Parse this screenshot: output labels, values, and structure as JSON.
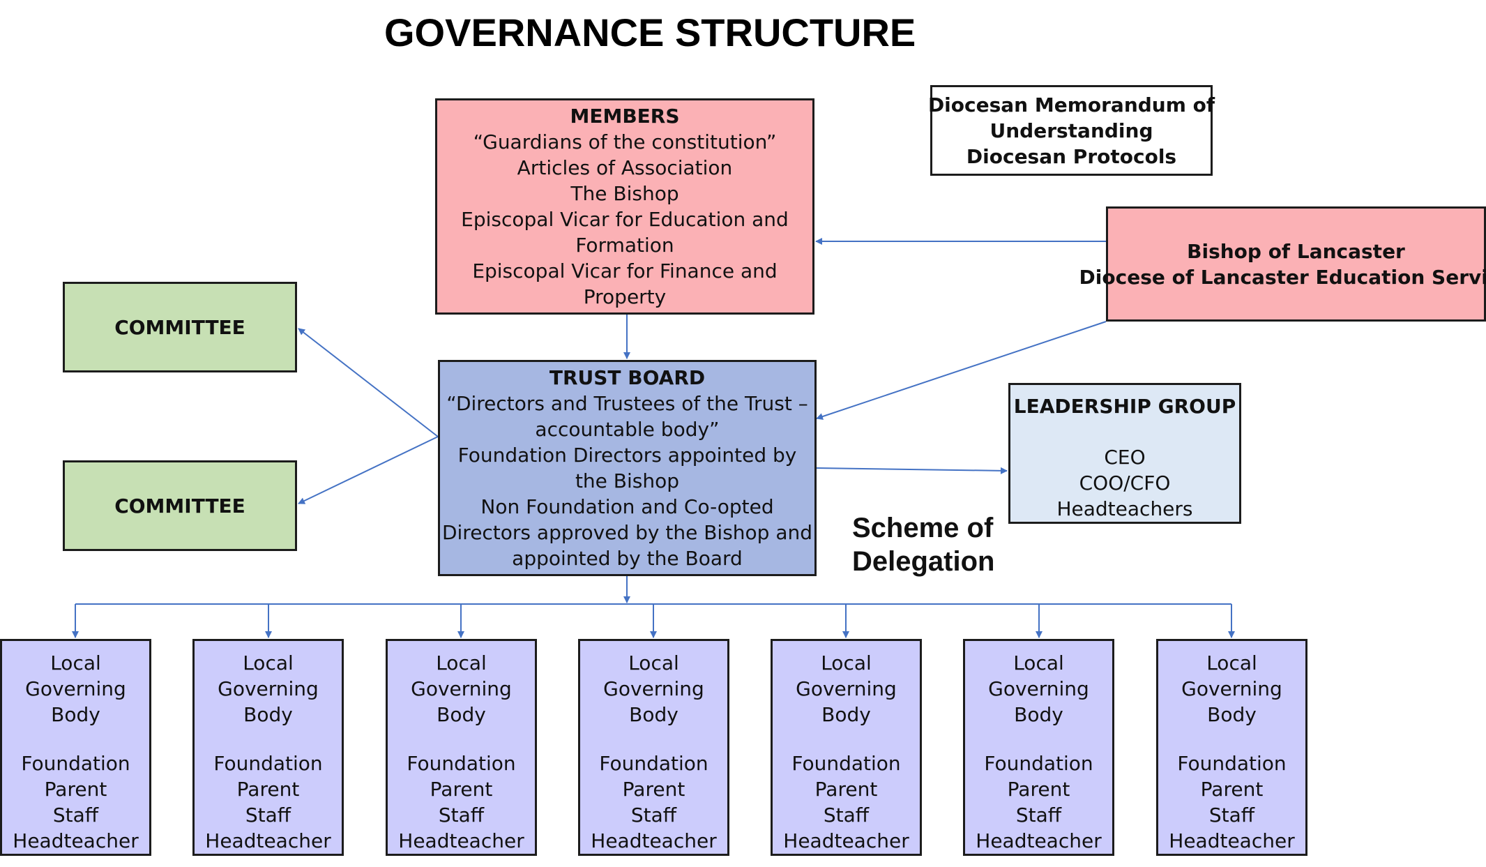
{
  "title": "GOVERNANCE STRUCTURE",
  "colors": {
    "members_fill": "#fbb1b5",
    "bishop_fill": "#fbb1b5",
    "trust_fill": "#a6b7e2",
    "leadership_fill": "#dde8f5",
    "committee_fill": "#c7e0b4",
    "lgb_fill": "#ccccfc",
    "connector": "#4472c4"
  },
  "members": {
    "heading": "MEMBERS",
    "lines": [
      "“Guardians of the constitution”",
      "Articles of Association",
      "The Bishop",
      "Episcopal Vicar for Education and",
      "Formation",
      "Episcopal Vicar for Finance and",
      "Property"
    ]
  },
  "diocesan": {
    "lines": [
      "Diocesan Memorandum of",
      "Understanding",
      "Diocesan Protocols"
    ]
  },
  "bishop": {
    "lines": [
      "Bishop of Lancaster",
      "Diocese of Lancaster Education Service"
    ]
  },
  "trust_board": {
    "heading": "TRUST BOARD",
    "lines": [
      "“Directors and Trustees of the Trust –",
      "accountable body”",
      "Foundation Directors appointed by",
      "the Bishop",
      "Non Foundation and Co-opted",
      "Directors approved by the Bishop and",
      "appointed by the Board"
    ]
  },
  "leadership": {
    "heading": "LEADERSHIP GROUP",
    "lines": [
      "CEO",
      "COO/CFO",
      "Headteachers"
    ]
  },
  "committees": [
    "COMMITTEE",
    "COMMITTEE"
  ],
  "scheme_of_delegation": [
    "Scheme of",
    "Delegation"
  ],
  "local_governing_bodies": [
    {
      "title": [
        "Local",
        "Governing",
        "Body"
      ],
      "members": [
        "Foundation",
        "Parent",
        "Staff",
        "Headteacher"
      ]
    },
    {
      "title": [
        "Local",
        "Governing",
        "Body"
      ],
      "members": [
        "Foundation",
        "Parent",
        "Staff",
        "Headteacher"
      ]
    },
    {
      "title": [
        "Local",
        "Governing",
        "Body"
      ],
      "members": [
        "Foundation",
        "Parent",
        "Staff",
        "Headteacher"
      ]
    },
    {
      "title": [
        "Local",
        "Governing",
        "Body"
      ],
      "members": [
        "Foundation",
        "Parent",
        "Staff",
        "Headteacher"
      ]
    },
    {
      "title": [
        "Local",
        "Governing",
        "Body"
      ],
      "members": [
        "Foundation",
        "Parent",
        "Staff",
        "Headteacher"
      ]
    },
    {
      "title": [
        "Local",
        "Governing",
        "Body"
      ],
      "members": [
        "Foundation",
        "Parent",
        "Staff",
        "Headteacher"
      ]
    },
    {
      "title": [
        "Local",
        "Governing",
        "Body"
      ],
      "members": [
        "Foundation",
        "Parent",
        "Staff",
        "Headteacher"
      ]
    }
  ]
}
